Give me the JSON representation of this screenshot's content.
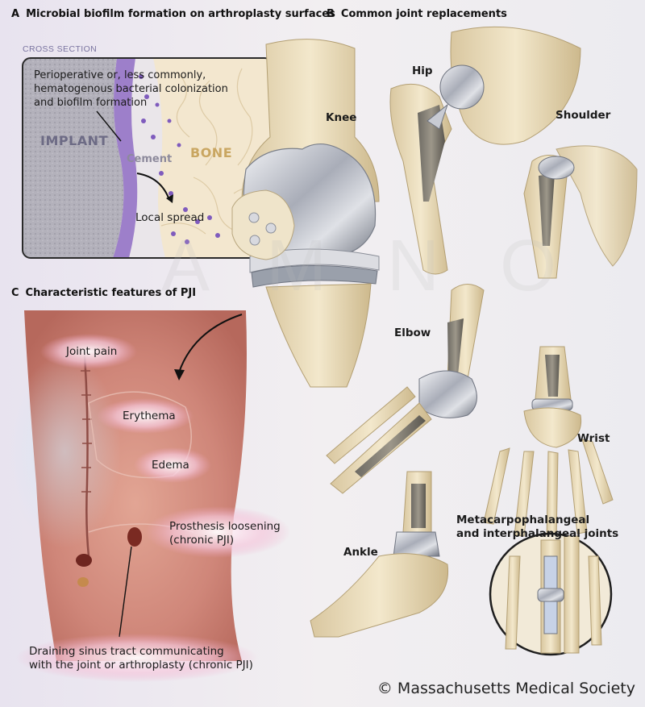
{
  "panels": {
    "a": {
      "letter": "A",
      "title": "Microbial biofilm formation on arthroplasty surfaces"
    },
    "b": {
      "letter": "B",
      "title": "Common joint replacements"
    },
    "c": {
      "letter": "C",
      "title": "Characteristic features of PJI"
    }
  },
  "cross_section": {
    "heading": "CROSS SECTION",
    "annotation_lines": [
      "Perioperative or, less commonly,",
      "hematogenous bacterial colonization",
      "and biofilm formation"
    ],
    "implant": "IMPLANT",
    "bone": "BONE",
    "cement": "Cement",
    "spread": "Local spread"
  },
  "joints": {
    "hip": "Hip",
    "knee": "Knee",
    "shoulder": "Shoulder",
    "elbow": "Elbow",
    "wrist": "Wrist",
    "mcp_line1": "Metacarpophalangeal",
    "mcp_line2": "and interphalangeal joints",
    "ankle": "Ankle"
  },
  "features": {
    "joint_pain": "Joint pain",
    "erythema": "Erythema",
    "edema": "Edema",
    "loosening_line1": "Prosthesis loosening",
    "loosening_line2": "(chronic PJI)",
    "sinus_line1": "Draining sinus tract communicating",
    "sinus_line2": "with the joint or arthroplasty (chronic PJI)"
  },
  "copyright": "© Massachusetts Medical Society"
}
